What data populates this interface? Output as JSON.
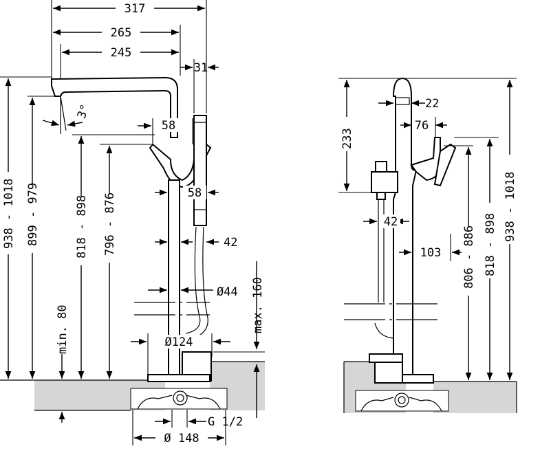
{
  "left_view": {
    "dims": {
      "d317": "317",
      "d265": "265",
      "d245": "245",
      "d31": "31",
      "angle": "3°",
      "d58a": "58",
      "d58b": "58",
      "d42": "42",
      "dia44": "Ø44",
      "dia124": "Ø124",
      "max160": "max. 160",
      "g12": "G 1/2",
      "dia148": "Ø 148",
      "v938": "938 - 1018",
      "v899": "899 - 979",
      "v818": "818 - 898",
      "v796": "796 - 876",
      "min80": "min. 80"
    }
  },
  "right_view": {
    "dims": {
      "d233": "233",
      "d22": "22",
      "d76": "76",
      "d42": "42",
      "d103": "103",
      "v806": "806 - 886",
      "v818": "818 - 898",
      "v938": "938 - 1018"
    }
  }
}
